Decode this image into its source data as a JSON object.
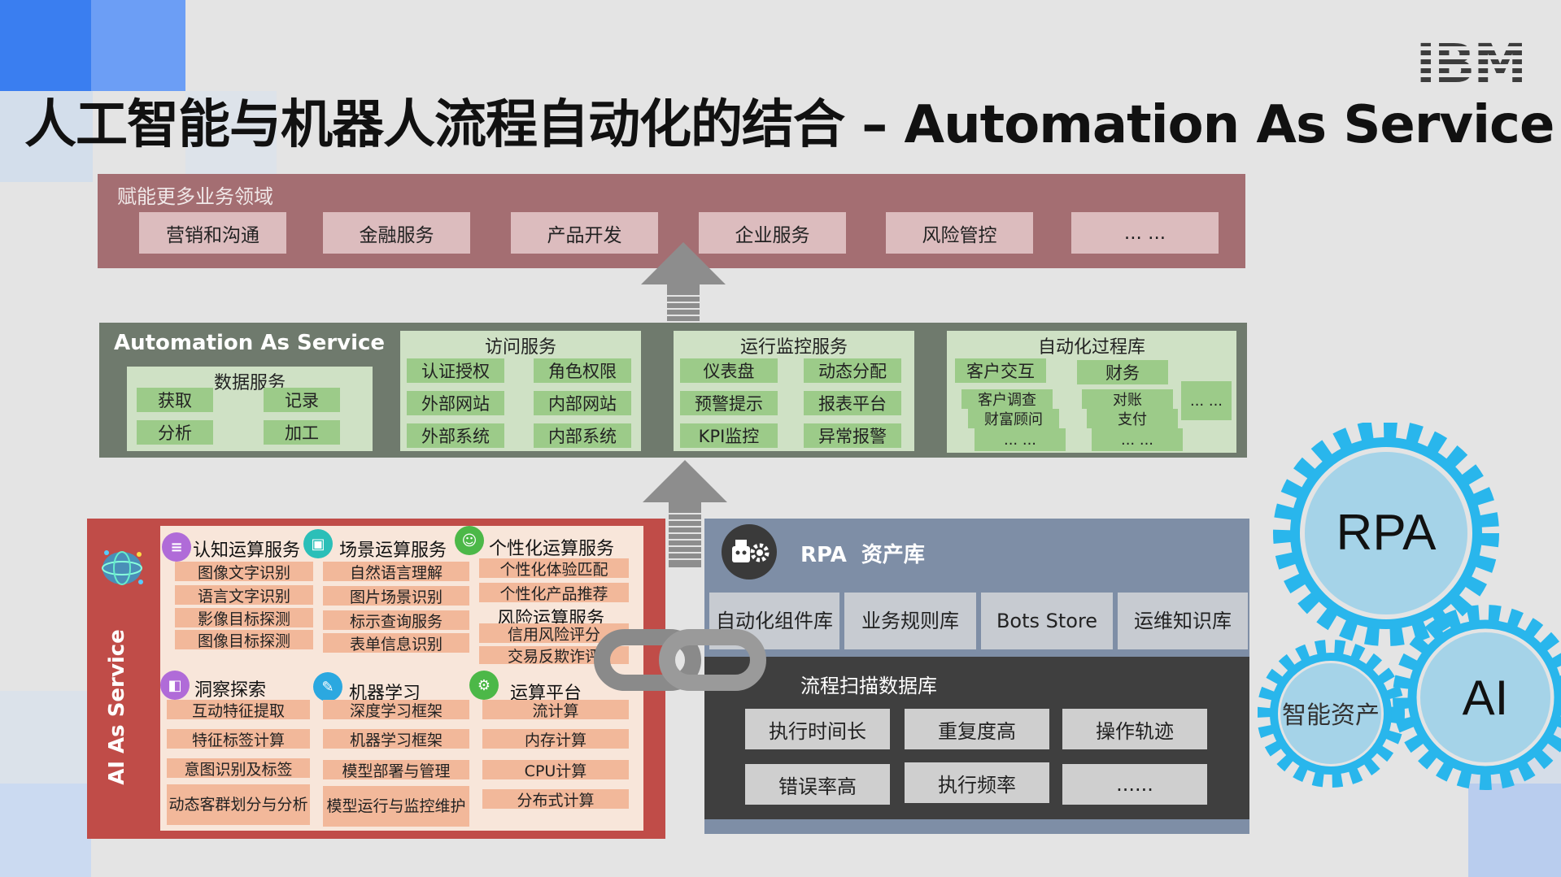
{
  "title": "人工智能与机器人流程自动化的结合 – Automation As Service",
  "logo": "IBM",
  "top_band": {
    "header": "赋能更多业务领域",
    "items": [
      "营销和沟通",
      "金融服务",
      "产品开发",
      "企业服务",
      "风险管控",
      "... ..."
    ]
  },
  "middle_band": {
    "title": "Automation As Service",
    "data_services": {
      "label": "数据服务",
      "items": [
        "获取",
        "记录",
        "分析",
        "加工"
      ]
    },
    "access_services": {
      "label": "访问服务",
      "items": [
        "认证授权",
        "角色权限",
        "外部网站",
        "内部网站",
        "外部系统",
        "内部系统"
      ]
    },
    "monitor_services": {
      "label": "运行监控服务",
      "items": [
        "仪表盘",
        "动态分配",
        "预警提示",
        "报表平台",
        "KPI监控",
        "异常报警"
      ]
    },
    "process_library": {
      "label": "自动化过程库",
      "col1": [
        "客户交互",
        "客户调查",
        "财富顾问",
        "... ..."
      ],
      "col2": [
        "财务",
        "对账",
        "支付",
        "... ..."
      ],
      "more": "... ..."
    }
  },
  "ai_service": {
    "vertical_label": "AI As Service",
    "groups": [
      {
        "title": "认知运算服务",
        "items": [
          "图像文字识别",
          "语言文字识别",
          "影像目标探测",
          "图像目标探测"
        ]
      },
      {
        "title": "场景运算服务",
        "items": [
          "自然语言理解",
          "图片场景识别",
          "标示查询服务",
          "表单信息识别"
        ]
      },
      {
        "title": "个性化运算服务",
        "items": [
          "个性化体验匹配",
          "个性化产品推荐"
        ]
      },
      {
        "title": "风险运算服务",
        "items": [
          "信用风险评分",
          "交易反欺诈评"
        ]
      },
      {
        "title": "洞察探索",
        "items": [
          "互动特征提取",
          "特征标签计算",
          "意图识别及标签",
          "动态客群划分与分析"
        ]
      },
      {
        "title": "机器学习",
        "items": [
          "深度学习框架",
          "机器学习框架",
          "模型部署与管理",
          "模型运行与监控维护"
        ]
      },
      {
        "title": "运算平台",
        "items": [
          "流计算",
          "内存计算",
          "CPU计算",
          "分布式计算"
        ]
      }
    ]
  },
  "rpa": {
    "title": "RPA  资产库",
    "tabs": [
      "自动化组件库",
      "业务规则库",
      "Bots Store",
      "运维知识库"
    ],
    "scan_title": "流程扫描数据库",
    "scan_items": [
      "执行时间长",
      "重复度高",
      "操作轨迹",
      "错误率高",
      "执行频率",
      "......"
    ]
  },
  "gears": {
    "rpa": "RPA",
    "assets": "智能资产",
    "ai": "AI"
  },
  "colors": {
    "top_band": "#a46e72",
    "middle_band": "#6f7a6d",
    "ai_panel": "#c04c48",
    "rpa_panel": "#7e8ea6",
    "gear_outline": "#29b6ec",
    "gear_fill": "#a5d3e8"
  }
}
